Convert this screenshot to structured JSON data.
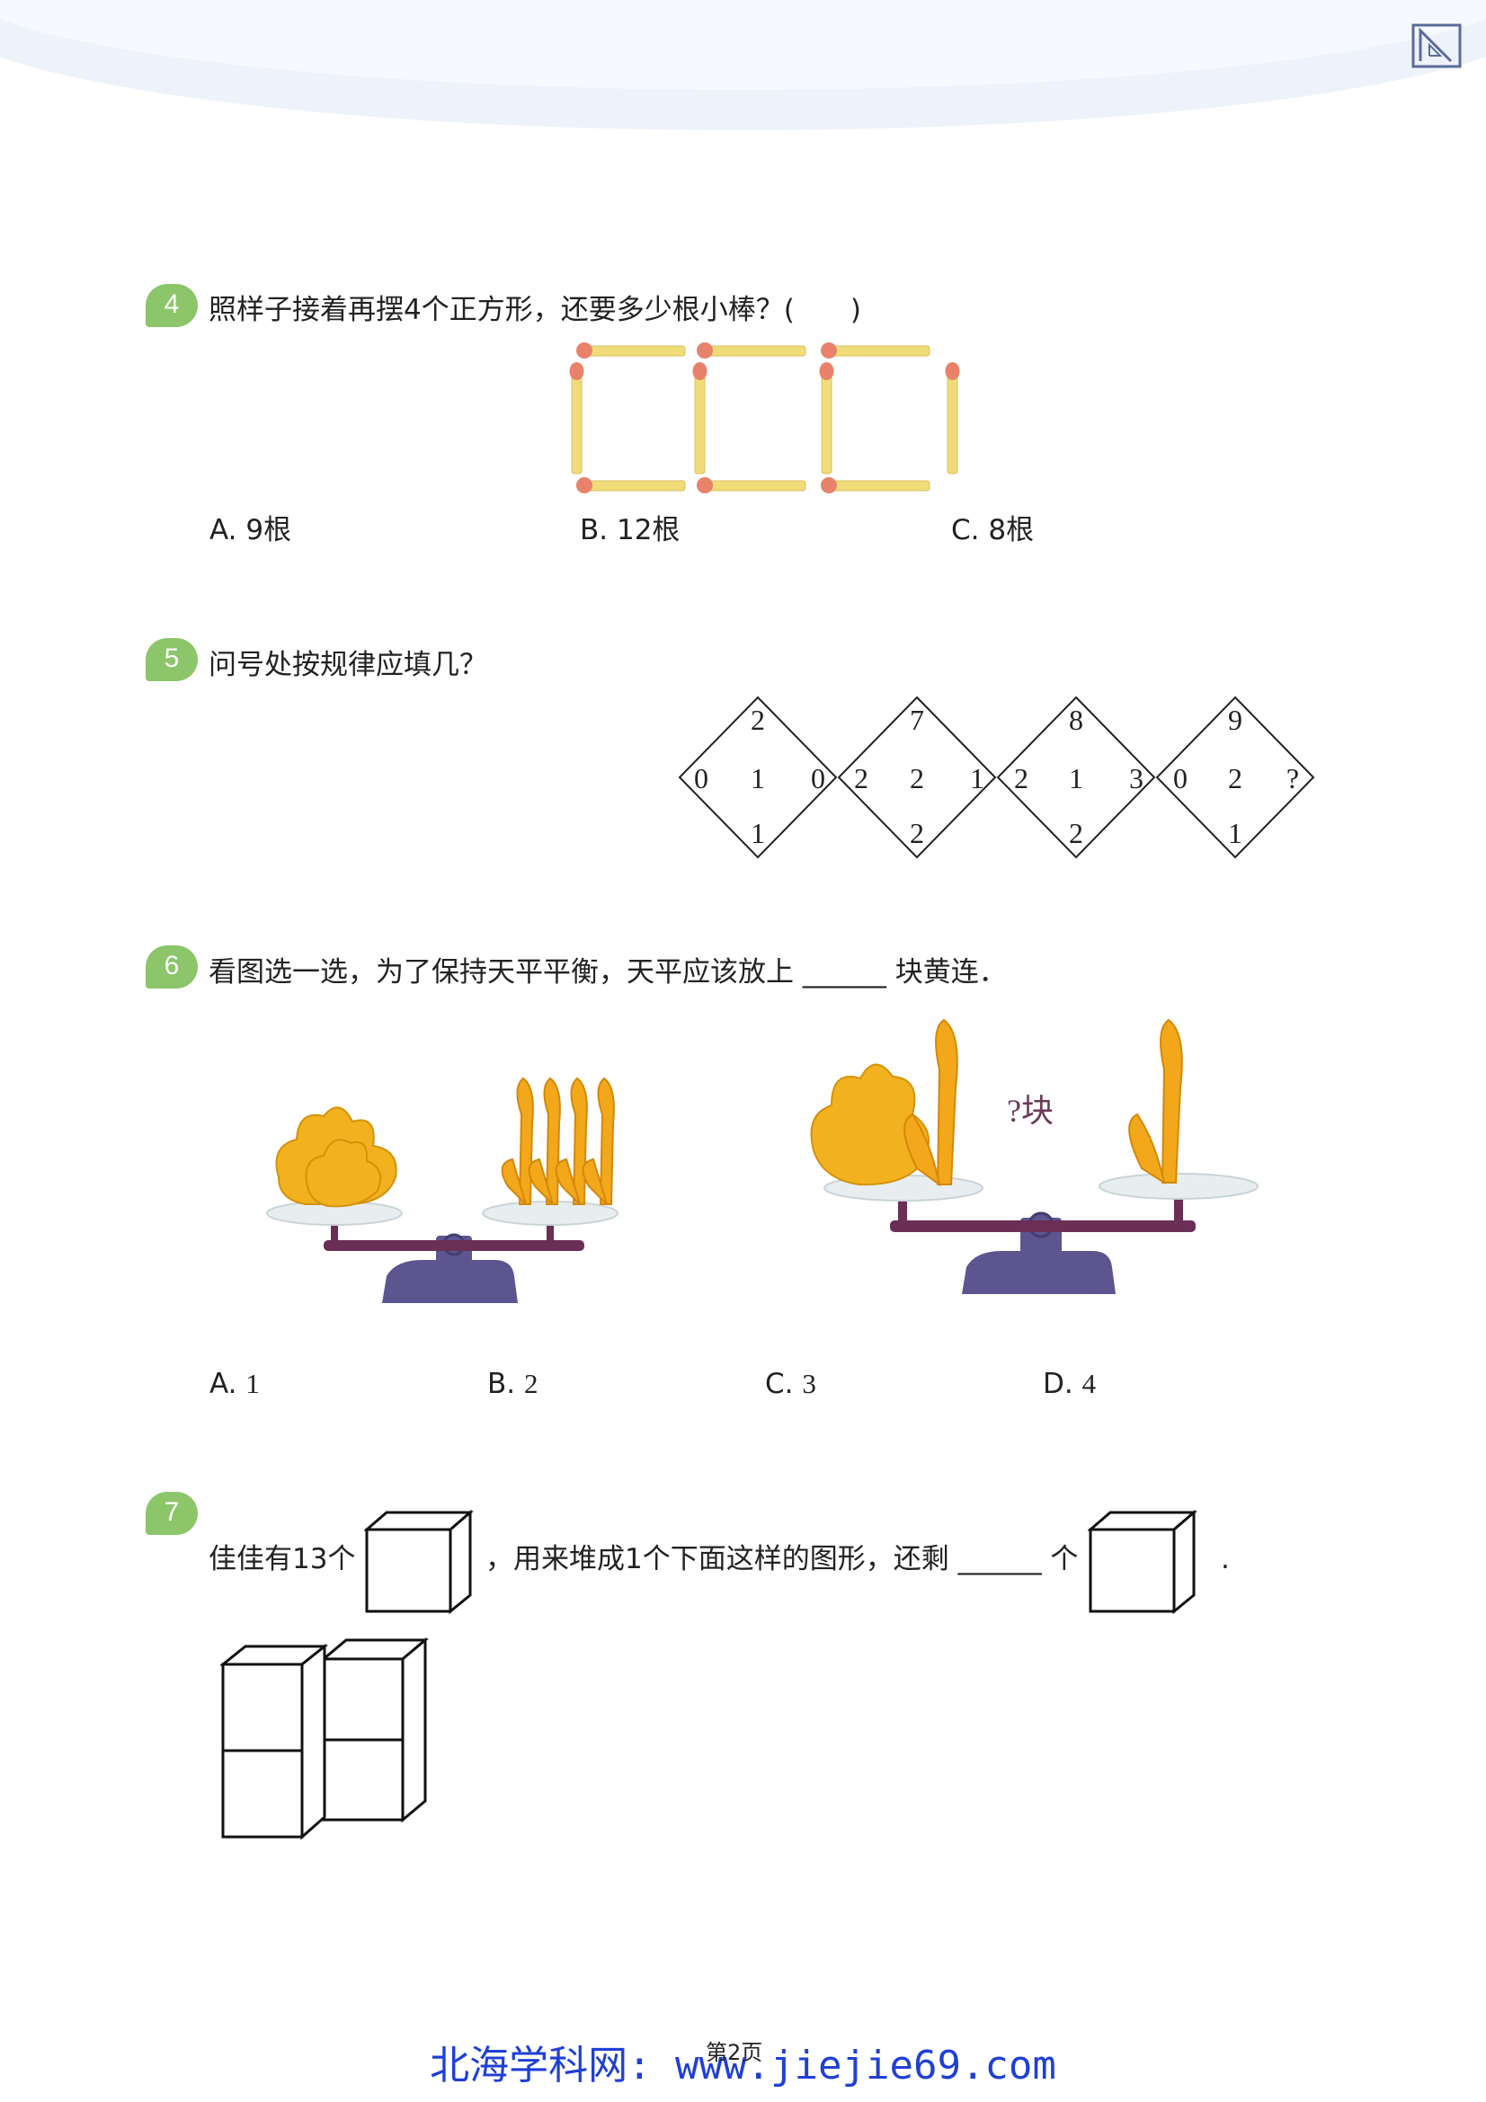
{
  "page": {
    "footer_site": "北海学科网: www.jiejie69.com",
    "page_number": "第2页"
  },
  "questions": [
    {
      "number": "4",
      "text": "照样子接着再摆4个正方形，还要多少根小棒？(　　)",
      "options": [
        {
          "letter": "A.",
          "value": "9根"
        },
        {
          "letter": "B.",
          "value": "12根"
        },
        {
          "letter": "C.",
          "value": "8根"
        }
      ]
    },
    {
      "number": "5",
      "text": "问号处按规律应填几？",
      "diamonds": [
        {
          "top": "2",
          "left": "0",
          "center": "1",
          "right": "0",
          "bottom": "1"
        },
        {
          "top": "7",
          "left": "2",
          "center": "2",
          "right": "1",
          "bottom": "2"
        },
        {
          "top": "8",
          "left": "2",
          "center": "1",
          "right": "3",
          "bottom": "2"
        },
        {
          "top": "9",
          "left": "0",
          "center": "2",
          "right": "?",
          "bottom": "1"
        }
      ]
    },
    {
      "number": "6",
      "text": "看图选一选，为了保持天平平衡，天平应该放上 ______ 块黄连．",
      "scale_label": "?块",
      "options": [
        {
          "letter": "A.",
          "value": "1"
        },
        {
          "letter": "B.",
          "value": "2"
        },
        {
          "letter": "C.",
          "value": "3"
        },
        {
          "letter": "D.",
          "value": "4"
        }
      ]
    },
    {
      "number": "7",
      "text_part1": "佳佳有13个",
      "text_part2": "，用来堆成1个下面这样的图形，还剩 ______ 个",
      "text_part3": "."
    }
  ],
  "colors": {
    "badge": "#8cc56a",
    "match_stick": "#f0dc78",
    "match_head": "#e8826a",
    "ginger": "#f2b11e",
    "scale": "#5c5590",
    "beam": "#6b2e55"
  }
}
